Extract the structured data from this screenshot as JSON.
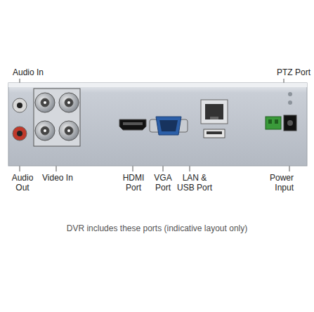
{
  "diagram": {
    "caption": "DVR includes these ports (indicative layout only)",
    "labels": [
      "Audio In",
      "PTZ Port",
      "Audio Out",
      "Video In",
      "HDMI Port",
      "VGA Port",
      "LAN & USB Port",
      "Power Input"
    ]
  }
}
